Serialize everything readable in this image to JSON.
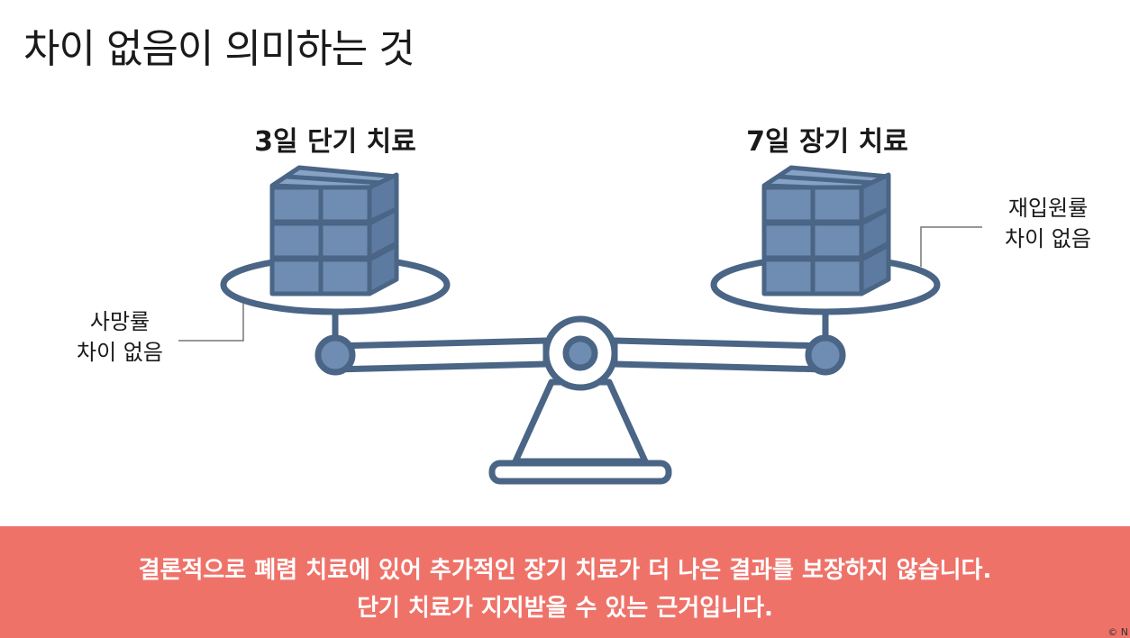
{
  "title": "차이 없음이 의미하는 것",
  "left_side": {
    "label": "3일 단기 치료",
    "note_line1": "사망률",
    "note_line2": "차이 없음"
  },
  "right_side": {
    "label": "7일 장기 치료",
    "note_line1": "재입원률",
    "note_line2": "차이 없음"
  },
  "conclusion": {
    "line1": "결론적으로 폐렴 치료에 있어 추가적인 장기 치료가 더 나은 결과를 보장하지 않습니다.",
    "line2": "단기 치료가 지지받을 수 있는 근거입니다."
  },
  "credit": "© N",
  "colors": {
    "stroke": "#4a6585",
    "box_fill": "#6f8db3",
    "box_top": "#86a2c4",
    "banner": "#ef7269"
  }
}
